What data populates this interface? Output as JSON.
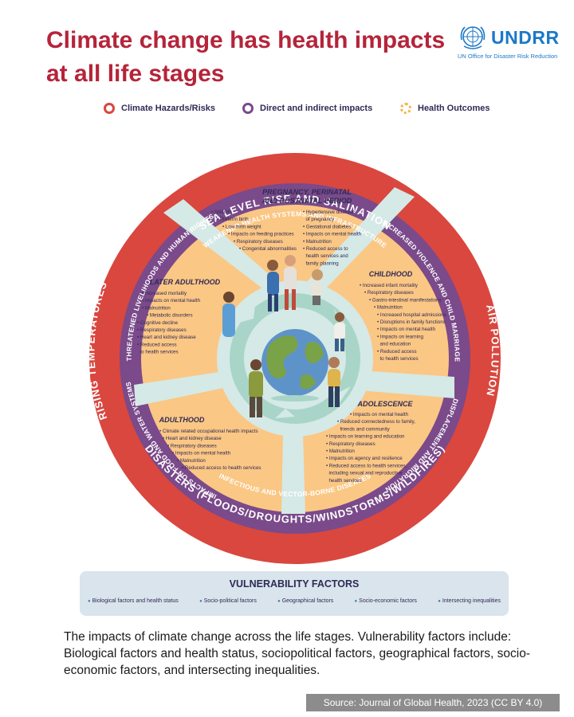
{
  "title": {
    "line1": "Climate change has health impacts",
    "line2": "at all life stages"
  },
  "logo": {
    "name": "UNDRR",
    "subtitle": "UN Office for Disaster Risk Reduction",
    "emblem": "un-emblem-icon"
  },
  "legend": [
    {
      "label": "Climate Hazards/Risks",
      "color": "#d9473f",
      "style": "ring"
    },
    {
      "label": "Direct and indirect impacts",
      "color": "#7a4a8a",
      "style": "ring"
    },
    {
      "label": "Health Outcomes",
      "color": "#f5b347",
      "style": "dotted-ring"
    }
  ],
  "colors": {
    "hazard_ring": "#d9473f",
    "impact_ring": "#7a4a8a",
    "outcome": "#fbc784",
    "divider": "#d5e9e6",
    "inner_ring": "#a8d5c8",
    "text_dark": "#2f2a55"
  },
  "hazards": {
    "top": "SEA LEVEL RISE AND SALINATION",
    "right": "AIR POLLUTION",
    "bottom": "DISASTERS (FLOODS/DROUGHTS/WINDSTORMS/WILDFIRES)",
    "left": "RISING TEMPERATURES"
  },
  "impacts": {
    "top": "WEAKENED HEALTH SYSTEMS AND INFRASTRUCTURE",
    "right_upper": "INCREASED VIOLENCE AND CHILD MARRIAGE",
    "right_lower": "DISPLACEMENT AND MIGRATION",
    "bottom": "INFECTIOUS AND VECTOR-BORNE DISEASES",
    "left_lower": "IMPACTS ON FOOD AND WATER SYSTEMS",
    "left_upper": "THREATENED LIVELIHOODS AND HUMAN RIGHTS"
  },
  "stages": [
    {
      "title_lines": [
        "PREGNANCY, PERINATAL",
        "AND POSTNATAL PERIOD"
      ],
      "cols": [
        [
          "Stillbirth",
          "Preterm birth",
          "Low birth weight",
          "Impacts on feeding practices",
          "Respiratory diseases",
          "Congenital abnormalities"
        ],
        [
          "Hypertensive disorders",
          "of pregnancy",
          "Gestational diabetes",
          "Impacts on mental health",
          "Malnutrition",
          "Reduced access to",
          "health services and",
          "family planning"
        ]
      ]
    },
    {
      "title_lines": [
        "CHILDHOOD"
      ],
      "cols": [
        [
          "Increased infant mortality",
          "Respiratory diseases",
          "Gastro-intestinal manifestations",
          "Malnutrition",
          "Increased hospital admissions",
          "Disruptions in family functions",
          "Impacts on mental health",
          "Impacts on learning",
          "and education",
          "Reduced access",
          "to health services"
        ]
      ]
    },
    {
      "title_lines": [
        "ADOLESCENCE"
      ],
      "cols": [
        [
          "Impacts on mental health",
          "Reduced connectedness to family,",
          "friends and community",
          "Impacts on learning and education",
          "Respiratory diseases",
          "Malnutrition",
          "Impacts on agency and resilience",
          "Reduced access to health services,",
          "including sexual and reproductive",
          "health services"
        ]
      ]
    },
    {
      "title_lines": [
        "ADULTHOOD"
      ],
      "cols": [
        [
          "Climate related occupational health impacts",
          "Heart and kidney disease",
          "Respiratory diseases",
          "Impacts on mental health",
          "Malnutrition",
          "Reduced access to health services"
        ]
      ]
    },
    {
      "title_lines": [
        "LATER ADULTHOOD"
      ],
      "cols": [
        [
          "Increased mortality",
          "Impacts on mental health",
          "Malnutrition",
          "Metabolic disorders",
          "Cognitive decline",
          "Respiratory diseases",
          "Heart and kidney disease",
          "Reduced access",
          "to health services"
        ]
      ]
    }
  ],
  "vulnerability": {
    "title": "VULNERABILITY FACTORS",
    "items": [
      "Biological factors and health status",
      "Socio-political factors",
      "Geographical factors",
      "Socio-economic factors",
      "Intersecting inequalities"
    ]
  },
  "caption": "The impacts of climate change across the life stages. Vulnerability factors include: Biological factors and health status, sociopolitical factors, geographical factors, socio-economic factors, and intersecting inequalities.",
  "source": "Source: Journal of Global Health, 2023 (CC BY 4.0)"
}
